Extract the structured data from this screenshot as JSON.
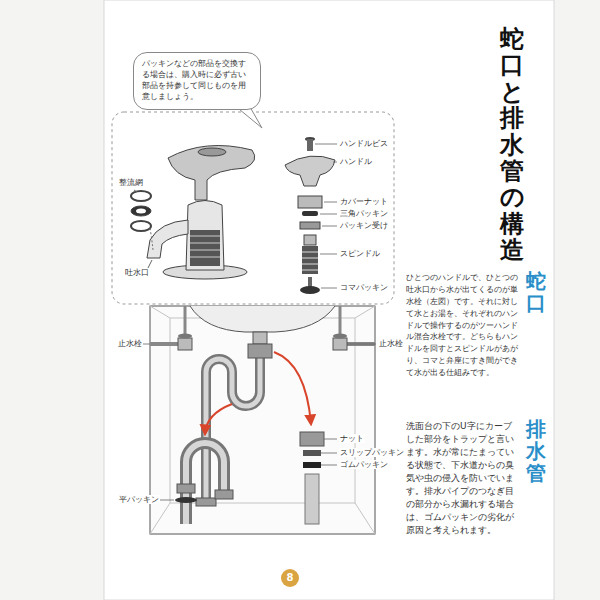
{
  "diagram": {
    "title": "蛇口と排水管の構造",
    "nodes": [
      {
        "text": [
          "パッキンなどの部品を交換する場合は、購入時に必ず古い部品を持参して同じものを用意しましょう。"
        ]
      },
      {
        "text": [
          "8"
        ]
      }
    ],
    "labels": [
      "ハンドルビス",
      "ハンドル",
      "カバーナット",
      "三角パッキン",
      "パッキン受け",
      "スピンドル",
      "コマパッキン",
      "整流網",
      "吐水口",
      "止水栓",
      "止水栓",
      "平パッキン",
      "ナット",
      "スリップパッキン",
      "ゴムパッキン",
      "蛇口",
      "ひとつのハンドルで、ひとつの吐水口から水が出てくるのが単水栓（左図）です。それに対して水とお湯を、それぞれのハンドルで操作するのがツーハンドル混合水栓です。どちらもハンドルを回すとスピンドルがあがり、コマと弁座にすき間ができて水が出る仕組みです。",
      "排水管",
      "洗面台の下のU字にカーブした部分をトラップと言います。水が常にたまっている状態で、下水道からの臭気や虫の侵入を防いでいます。排水パイプのつなぎ目の部分から水漏れする場合は、ゴムパッキンの劣化が原因と考えられます。"
    ]
  }
}
